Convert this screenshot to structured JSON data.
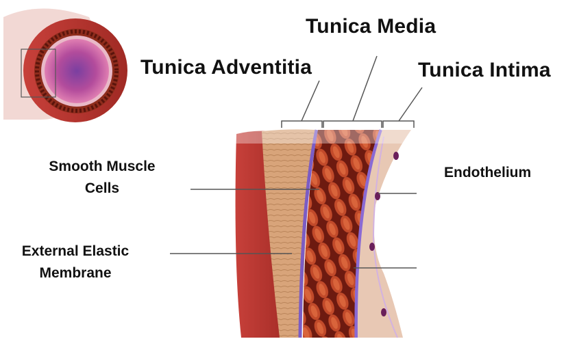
{
  "labels": {
    "tunica_media": "Tunica Media",
    "tunica_adventitia": "Tunica Adventitia",
    "tunica_intima": "Tunica Intima",
    "smooth_muscle_line1": "Smooth Muscle",
    "smooth_muscle_line2": "Cells",
    "external_elastic_line1": "External Elastic",
    "external_elastic_line2": "Membrane",
    "endothelium": "Endothelium"
  },
  "colors": {
    "adventitia": "#d9a67c",
    "outer_wall": "#b8332c",
    "media_muscle": "#a83a22",
    "elastic_membrane": "#7b5cc4",
    "intima": "#e8c8b4",
    "lumen": "#c64a9a",
    "leader_line": "#555555"
  }
}
